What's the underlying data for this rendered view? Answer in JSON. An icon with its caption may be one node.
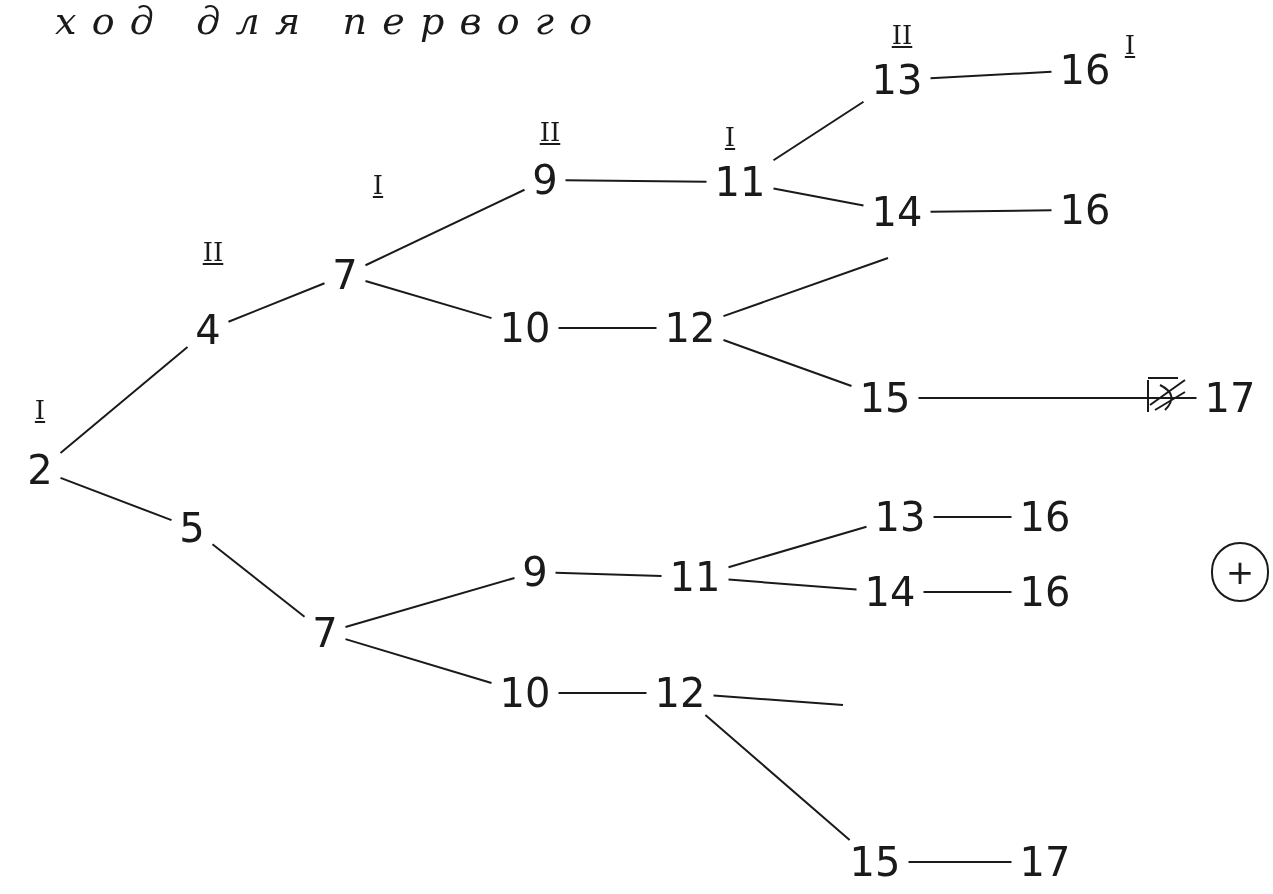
{
  "diagram": {
    "title": "ход для первого",
    "nodes": [
      {
        "text": [
          "2"
        ],
        "beside": [
          "I"
        ]
      },
      {
        "text": [
          "4"
        ],
        "beside": [
          "II"
        ]
      },
      {
        "text": [
          "7"
        ],
        "beside": [
          "I"
        ]
      },
      {
        "text": [
          "9"
        ],
        "beside": [
          "II"
        ]
      },
      {
        "text": [
          "11"
        ],
        "beside": [
          "I"
        ]
      },
      {
        "text": [
          "13"
        ],
        "beside": [
          "II"
        ]
      },
      {
        "text": [
          "16"
        ],
        "beside": [
          "I"
        ]
      },
      {
        "text": [
          "14"
        ]
      },
      {
        "text": [
          "16"
        ]
      },
      {
        "text": [
          "10"
        ]
      },
      {
        "text": [
          "12"
        ]
      },
      {
        "text": [
          "15"
        ]
      },
      {
        "text": [
          "17"
        ]
      },
      {
        "text": [
          "5"
        ]
      },
      {
        "text": [
          "7"
        ]
      },
      {
        "text": [
          "9"
        ]
      },
      {
        "text": [
          "11"
        ]
      },
      {
        "text": [
          "13"
        ]
      },
      {
        "text": [
          "16"
        ]
      },
      {
        "text": [
          "14"
        ]
      },
      {
        "text": [
          "16"
        ]
      },
      {
        "text": [
          "10"
        ]
      },
      {
        "text": [
          "12"
        ]
      },
      {
        "text": [
          "15"
        ]
      },
      {
        "text": [
          "17"
        ]
      },
      {
        "text": [
          "+"
        ]
      }
    ],
    "edges": [
      {
        "from": 0,
        "to": 1,
        "arrow": "none"
      },
      {
        "from": 0,
        "to": 13,
        "arrow": "none"
      },
      {
        "from": 1,
        "to": 2,
        "arrow": "none"
      },
      {
        "from": 2,
        "to": 3,
        "arrow": "none"
      },
      {
        "from": 2,
        "to": 9,
        "arrow": "none"
      },
      {
        "from": 3,
        "to": 4,
        "arrow": "none"
      },
      {
        "from": 4,
        "to": 5,
        "arrow": "none"
      },
      {
        "from": 4,
        "to": 7,
        "arrow": "none"
      },
      {
        "from": 5,
        "to": 6,
        "arrow": "none"
      },
      {
        "from": 7,
        "to": 8,
        "arrow": "none"
      },
      {
        "from": 9,
        "to": 10,
        "arrow": "none"
      },
      {
        "from": 10,
        "to": null,
        "arrow": "none"
      },
      {
        "from": 10,
        "to": 11,
        "arrow": "none"
      },
      {
        "from": 11,
        "to": 12,
        "arrow": "none"
      },
      {
        "from": 13,
        "to": 14,
        "arrow": "none"
      },
      {
        "from": 14,
        "to": 15,
        "arrow": "none"
      },
      {
        "from": 14,
        "to": 21,
        "arrow": "none"
      },
      {
        "from": 15,
        "to": 16,
        "arrow": "none"
      },
      {
        "from": 16,
        "to": 17,
        "arrow": "none"
      },
      {
        "from": 16,
        "to": 19,
        "arrow": "none"
      },
      {
        "from": 17,
        "to": 18,
        "arrow": "none"
      },
      {
        "from": 19,
        "to": 20,
        "arrow": "none"
      },
      {
        "from": 21,
        "to": 22,
        "arrow": "none"
      },
      {
        "from": 22,
        "to": null,
        "arrow": "none"
      },
      {
        "from": 22,
        "to": 23,
        "arrow": "none"
      },
      {
        "from": 23,
        "to": 24,
        "arrow": "none"
      }
    ]
  }
}
